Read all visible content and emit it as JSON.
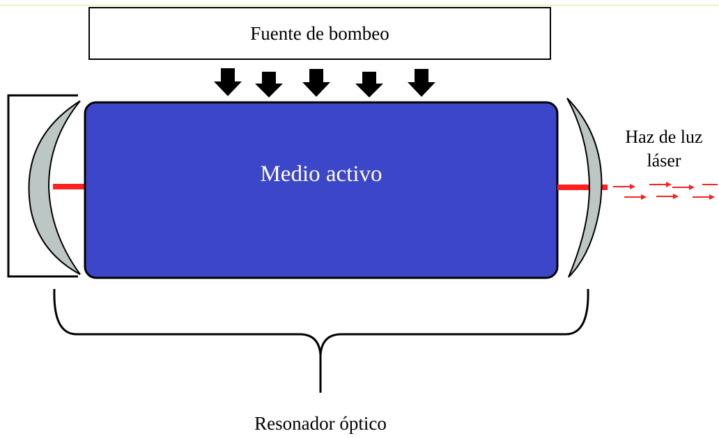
{
  "diagram": {
    "pump_source_label": "Fuente de bombeo",
    "active_medium_label": "Medio activo",
    "laser_beam_label_line1": "Haz de luz",
    "laser_beam_label_line2": "láser",
    "resonator_label": "Resonador óptico"
  },
  "colors": {
    "active_medium_fill": "#3c46c8",
    "mirror_fill": "#bcc6c4",
    "beam": "#ff2020",
    "arrows": "#000000"
  },
  "icons": {
    "pump_arrows": "down-arrow-icon",
    "beam_arrows": "right-arrow-icon"
  }
}
